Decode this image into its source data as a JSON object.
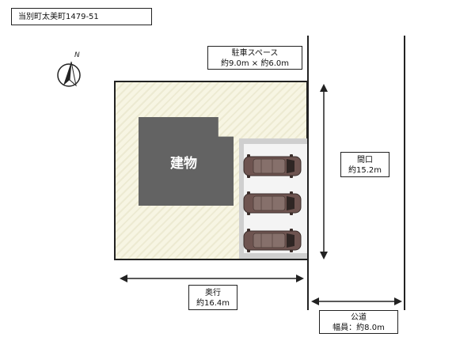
{
  "address": "当別町太美町1479-51",
  "north_label": "N",
  "building_label": "建物",
  "parking": {
    "title": "駐車スペース",
    "size": "約9.0m × 約6.0m"
  },
  "frontage": {
    "title": "間口",
    "value": "約15.2m"
  },
  "depth": {
    "title": "奥行",
    "value": "約16.4m"
  },
  "road": {
    "title": "公道",
    "width": "幅員：約8.0m"
  },
  "colors": {
    "lot": "#f7f5e3",
    "building": "#636363",
    "car": "#6e5450"
  },
  "icons": [
    "compass-north-icon",
    "car-icon"
  ],
  "cars": 3
}
